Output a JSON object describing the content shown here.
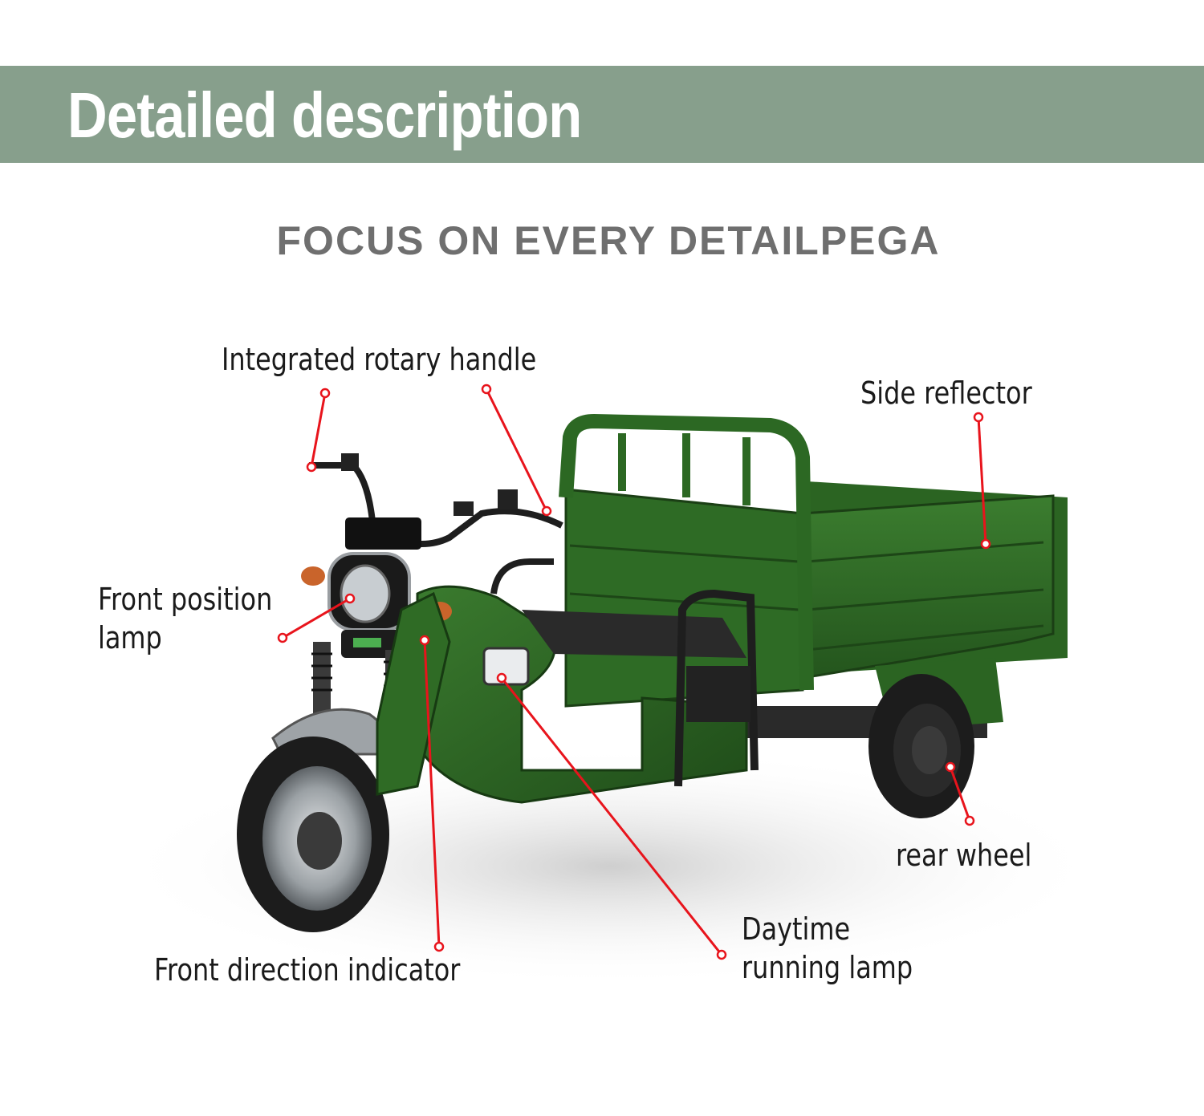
{
  "header": {
    "title": "Detailed description",
    "band_color": "#879f8c"
  },
  "subtitle": "FOCUS ON EVERY DETAILPEGA",
  "callouts": {
    "integrated_rotary_handle": "Integrated rotary handle",
    "side_reflector": "Side reflector",
    "front_position_lamp_line1": "Front position",
    "front_position_lamp_line2": "lamp",
    "rear_wheel": "rear wheel",
    "daytime_running_lamp_line1": "Daytime",
    "daytime_running_lamp_line2": "running lamp",
    "front_direction_indicator": "Front direction indicator"
  },
  "colors": {
    "callout_line": "#e8141c",
    "body_green": "#2f6b25",
    "body_dark_green": "#1f4a18",
    "tire": "#1c1c1c",
    "chrome": "#b8bcbf"
  },
  "product_image": "electric cargo tricycle, green, with open rear cargo box"
}
